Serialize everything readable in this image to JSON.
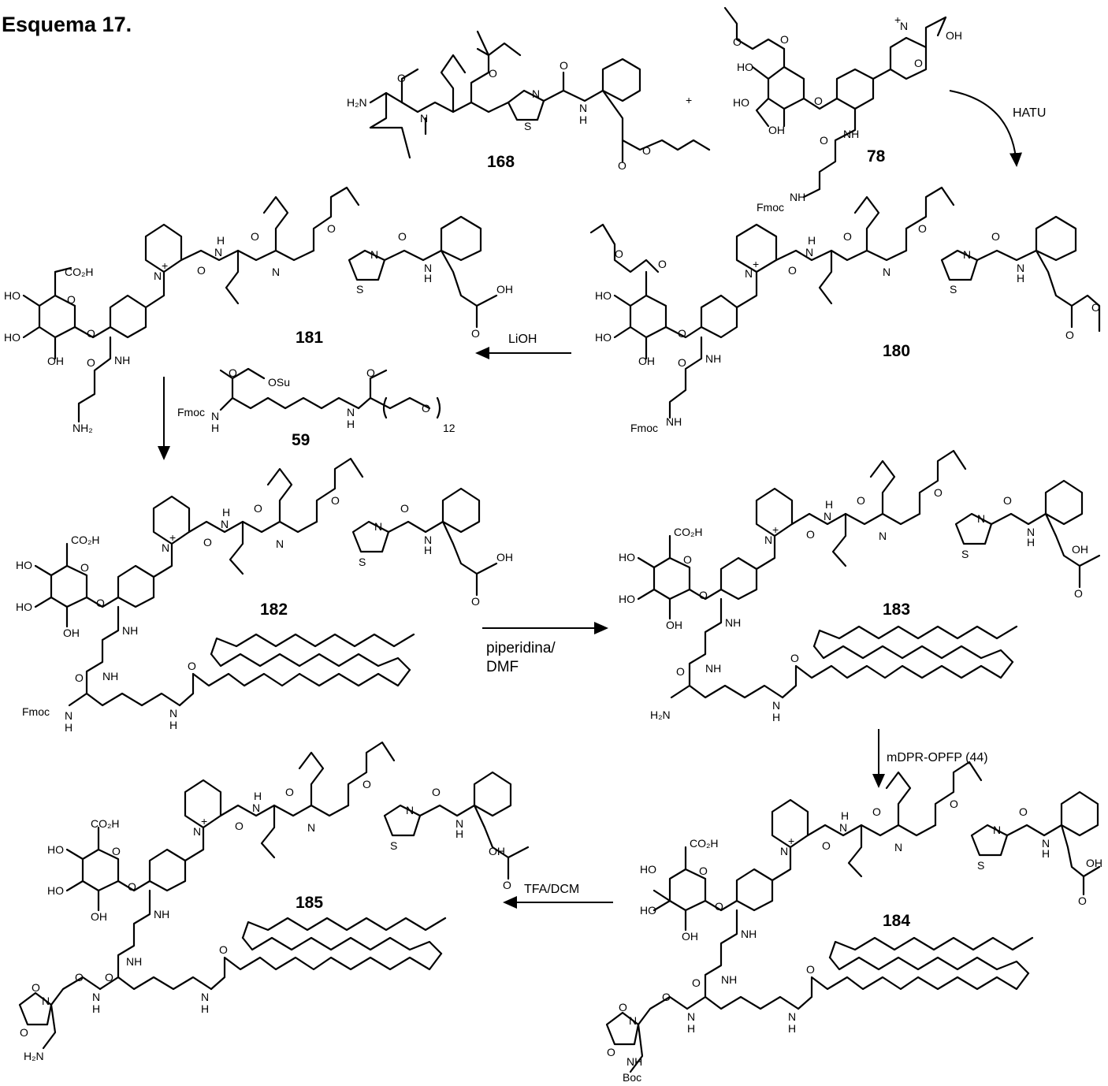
{
  "title": "Esquema 17.",
  "compounds": {
    "c168": "168",
    "c78": "78",
    "c180": "180",
    "c181": "181",
    "c59": "59",
    "c182": "182",
    "c183": "183",
    "c184": "184",
    "c185": "185"
  },
  "plus": "+",
  "reagents": {
    "hatu": "HATU",
    "lioh": "LiOH",
    "piperidina_1": "piperidina/",
    "piperidina_2": "DMF",
    "mdpr": "mDPR-OPFP (44)",
    "tfa": "TFA/DCM"
  },
  "atoms": {
    "h2n": "H₂N",
    "nh2": "NH₂",
    "n": "N",
    "o": "O",
    "s": "S",
    "h": "H",
    "oh": "OH",
    "ho": "HO",
    "co2h": "CO₂H",
    "fmoc": "Fmoc",
    "nh": "NH",
    "osu": "OSu",
    "sub12": "12",
    "boc": "Boc",
    "nplus": "+"
  }
}
